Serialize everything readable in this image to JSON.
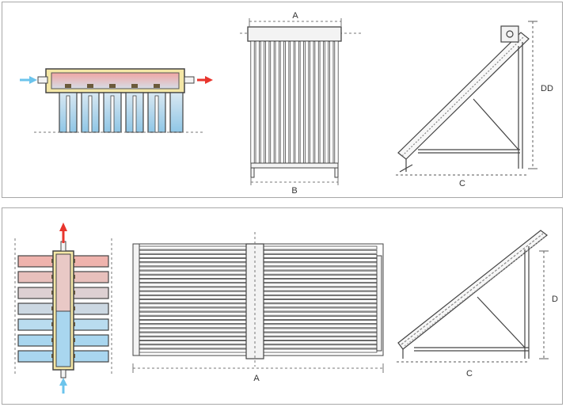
{
  "colors": {
    "inlet_arrow": "#6cc4ec",
    "outlet_arrow": "#e8352d",
    "hot_fluid": "#f0a6a4",
    "cold_fluid": "#a9d6ef",
    "manifold_casing": "#f4e7a6",
    "line": "#444444"
  },
  "top_diagram": {
    "dims": {
      "A": "A",
      "B": "B",
      "C": "C",
      "D": "DD"
    },
    "tube_count": 18
  },
  "bottom_diagram": {
    "dims": {
      "A": "A",
      "C": "C",
      "D": "D"
    },
    "tube_count": 26
  }
}
